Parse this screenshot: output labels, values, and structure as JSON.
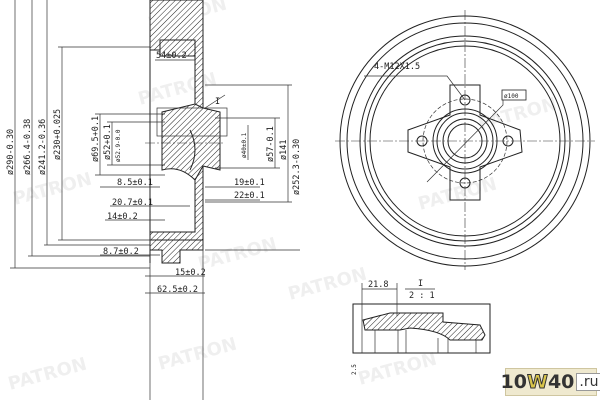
{
  "watermark": "PATRON",
  "section_view": {
    "diameters": {
      "d290": "ø290-0.30",
      "d266": "ø266.4-0.38",
      "d241": "ø241.2-0.36",
      "d230": "ø230+0.025",
      "d69": "ø69.5+0.1",
      "d52": "ø52+0.1",
      "d52_9": "ø52.9-0.0",
      "d40": "ø40±0.1",
      "d57": "ø57-0.1",
      "d141": "ø141",
      "d252": "ø252.3-0.30"
    },
    "lengths": {
      "l54": "54±0.2",
      "l8_5": "8.5±0.1",
      "l20_7": "20.7±0.1",
      "l14": "14±0.2",
      "l19": "19±0.1",
      "l22": "22±0.1",
      "l8_7": "8.7±0.2",
      "l15": "15±0.2",
      "l62_5": "62.5±0.2"
    },
    "detail_marker": "I"
  },
  "front_view": {
    "thread_label": "4-M12X1.5",
    "pcd_label": "ø100"
  },
  "detail_view": {
    "dimension": "21.8",
    "label": "I",
    "scale": "2 : 1",
    "side_note": "2.5"
  },
  "logo": {
    "a": "10",
    "b": "W",
    "c": "40",
    "d": ".ru"
  }
}
